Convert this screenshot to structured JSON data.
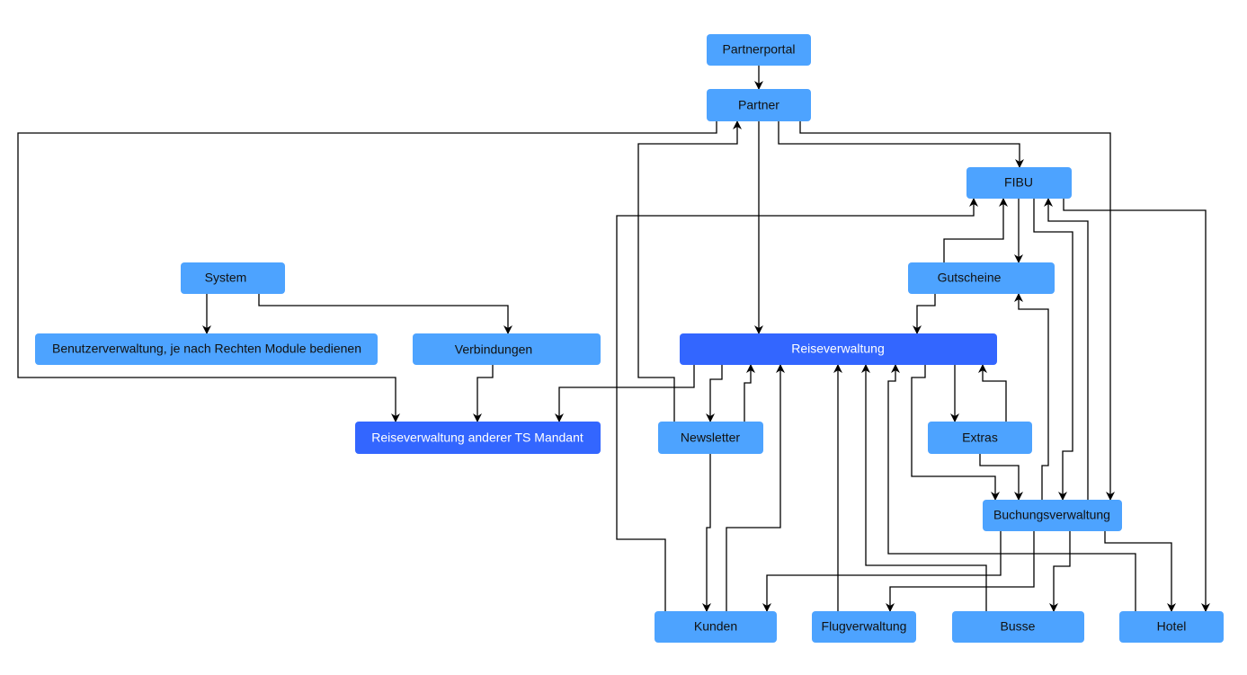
{
  "colors": {
    "node_light": "#4da3ff",
    "node_dark": "#3366ff",
    "text_dark": "#111111",
    "text_light": "#ffffff",
    "edge": "#000000"
  },
  "nodes": {
    "partnerportal": "Partnerportal",
    "partner": "Partner",
    "fibu": "FIBU",
    "system": "System",
    "gutscheine": "Gutscheine",
    "benutzerverwaltung": "Benutzerverwaltung, je nach Rechten Module bedienen",
    "verbindungen": "Verbindungen",
    "reiseverwaltung": "Reiseverwaltung",
    "reiseverwaltung_ts": "Reiseverwaltung anderer TS Mandant",
    "newsletter": "Newsletter",
    "extras": "Extras",
    "buchungsverwaltung": "Buchungsverwaltung",
    "kunden": "Kunden",
    "flugverwaltung": "Flugverwaltung",
    "busse": "Busse",
    "hotel": "Hotel"
  }
}
